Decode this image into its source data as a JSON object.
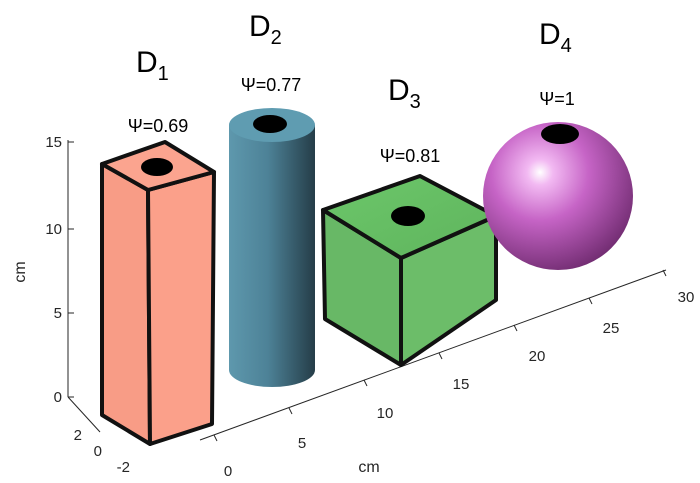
{
  "axes": {
    "z_label": "cm",
    "x_label": "cm",
    "z_ticks": [
      "0",
      "5",
      "10",
      "15"
    ],
    "x_ticks": [
      "0",
      "5",
      "10",
      "15",
      "20",
      "25",
      "30"
    ],
    "y_ticks": [
      "2",
      "0",
      "-2"
    ]
  },
  "objects": [
    {
      "name": "D",
      "subscript": "1",
      "psi_label": "Ψ=0.69",
      "shape": "square prism",
      "color": "#fa9e87"
    },
    {
      "name": "D",
      "subscript": "2",
      "psi_label": "Ψ=0.77",
      "shape": "cylinder",
      "color": "#4e8196"
    },
    {
      "name": "D",
      "subscript": "3",
      "psi_label": "Ψ=0.81",
      "shape": "cube",
      "color": "#6dbc6a"
    },
    {
      "name": "D",
      "subscript": "4",
      "psi_label": "Ψ=1",
      "shape": "sphere",
      "color": "#c764c7"
    }
  ]
}
